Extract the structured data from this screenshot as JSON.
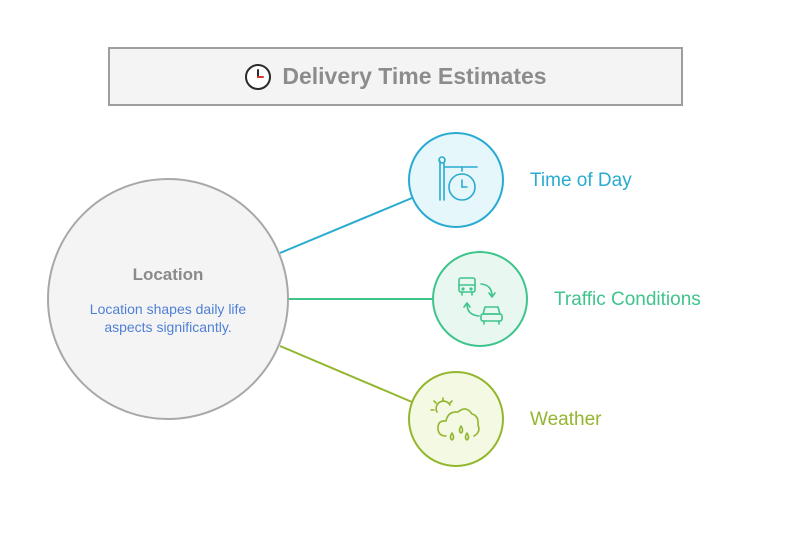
{
  "title": {
    "text": "Delivery Time Estimates",
    "icon": "clock-icon"
  },
  "center": {
    "title": "Location",
    "description": "Location shapes daily life aspects significantly."
  },
  "branches": [
    {
      "label": "Time of Day",
      "icon": "sign-clock-icon",
      "color": "#29abd1"
    },
    {
      "label": "Traffic Conditions",
      "icon": "bus-car-icon",
      "color": "#3fc48c"
    },
    {
      "label": "Weather",
      "icon": "cloud-rain-icon",
      "color": "#93b62f"
    }
  ]
}
